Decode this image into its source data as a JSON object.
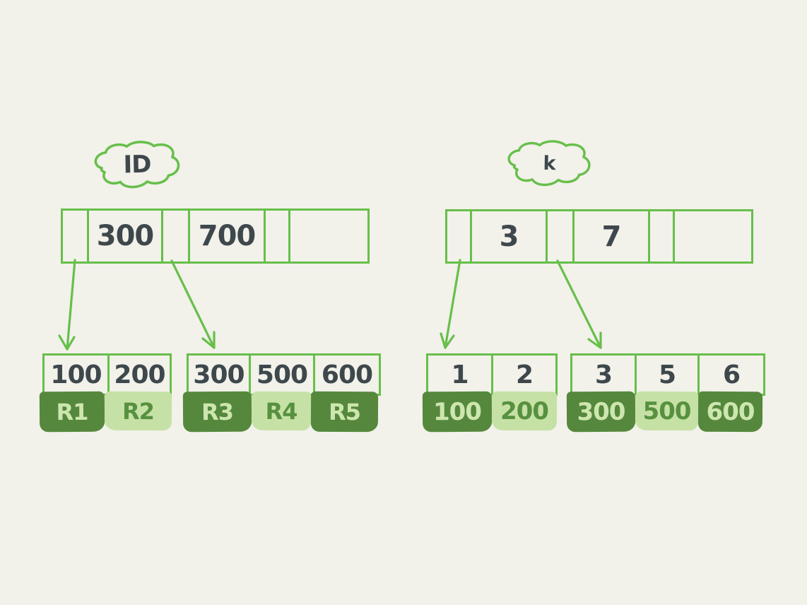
{
  "diagram": {
    "background": "#f2f1ea",
    "colors": {
      "stroke_green": "#67bf4a",
      "block_dark_green": "#55883d",
      "block_light_green": "#c6e1a5",
      "handwriting_slate": "#3e484c",
      "text_on_dark": "#cde6ae",
      "text_on_light": "#579140"
    },
    "icons": {
      "cloud": "hand-drawn-blob-outline",
      "arrow": "hand-drawn-arrow"
    },
    "left_tree": {
      "label": "ID",
      "internal_node": {
        "cells": [
          "",
          "300",
          "",
          "700",
          "",
          ""
        ]
      },
      "leaves": [
        {
          "keys": [
            "100",
            "200"
          ],
          "records": [
            {
              "text": "R1",
              "tone": "dark"
            },
            {
              "text": "R2",
              "tone": "light"
            }
          ]
        },
        {
          "keys": [
            "300",
            "500",
            "600"
          ],
          "records": [
            {
              "text": "R3",
              "tone": "dark"
            },
            {
              "text": "R4",
              "tone": "light"
            },
            {
              "text": "R5",
              "tone": "dark"
            }
          ]
        }
      ]
    },
    "right_tree": {
      "label": "k",
      "internal_node": {
        "cells": [
          "",
          "3",
          "",
          "7",
          "",
          ""
        ]
      },
      "leaves": [
        {
          "keys": [
            "1",
            "2"
          ],
          "records": [
            {
              "text": "100",
              "tone": "dark"
            },
            {
              "text": "200",
              "tone": "light"
            }
          ]
        },
        {
          "keys": [
            "3",
            "5",
            "6"
          ],
          "records": [
            {
              "text": "300",
              "tone": "dark"
            },
            {
              "text": "500",
              "tone": "light"
            },
            {
              "text": "600",
              "tone": "dark"
            }
          ]
        }
      ]
    }
  }
}
